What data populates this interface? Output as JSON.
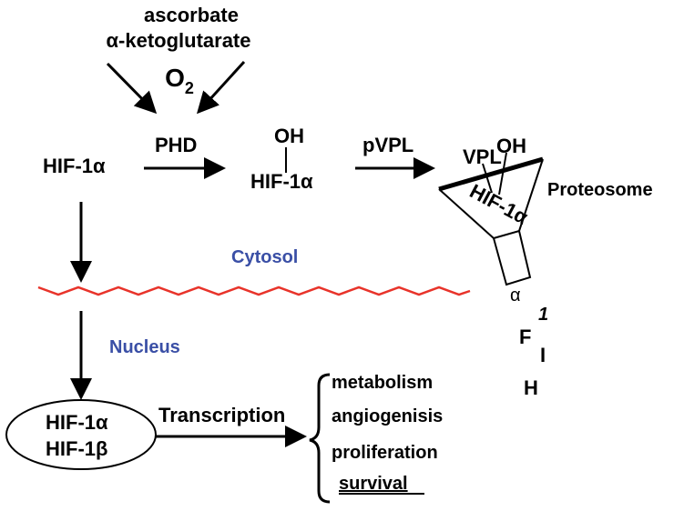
{
  "cofactors": {
    "ascorbate": "ascorbate",
    "akg": "α-ketoglutarate",
    "o2": "O",
    "o2_sub": "2"
  },
  "enzymes": {
    "phd": "PHD",
    "pvpl": "pVPL"
  },
  "molecules": {
    "hif1a": "HIF-1α",
    "oh": "OH",
    "hif1a_hydroxylated": "HIF-1α",
    "hif1b": "HIF-1β"
  },
  "proteosome": {
    "label": "Proteosome",
    "vpl": "VPL",
    "oh": "OH",
    "hif1a": "HIF-1α",
    "fragments": [
      "α",
      "1",
      "F",
      "I",
      "H"
    ]
  },
  "compartments": {
    "cytosol": "Cytosol",
    "nucleus": "Nucleus"
  },
  "transcription": "Transcription",
  "outcomes": [
    "metabolism",
    "angiogenisis",
    "proliferation",
    "survival"
  ],
  "colors": {
    "membrane": "#e8332a",
    "compartment_label": "#3a4fa6",
    "ink": "#000000"
  }
}
